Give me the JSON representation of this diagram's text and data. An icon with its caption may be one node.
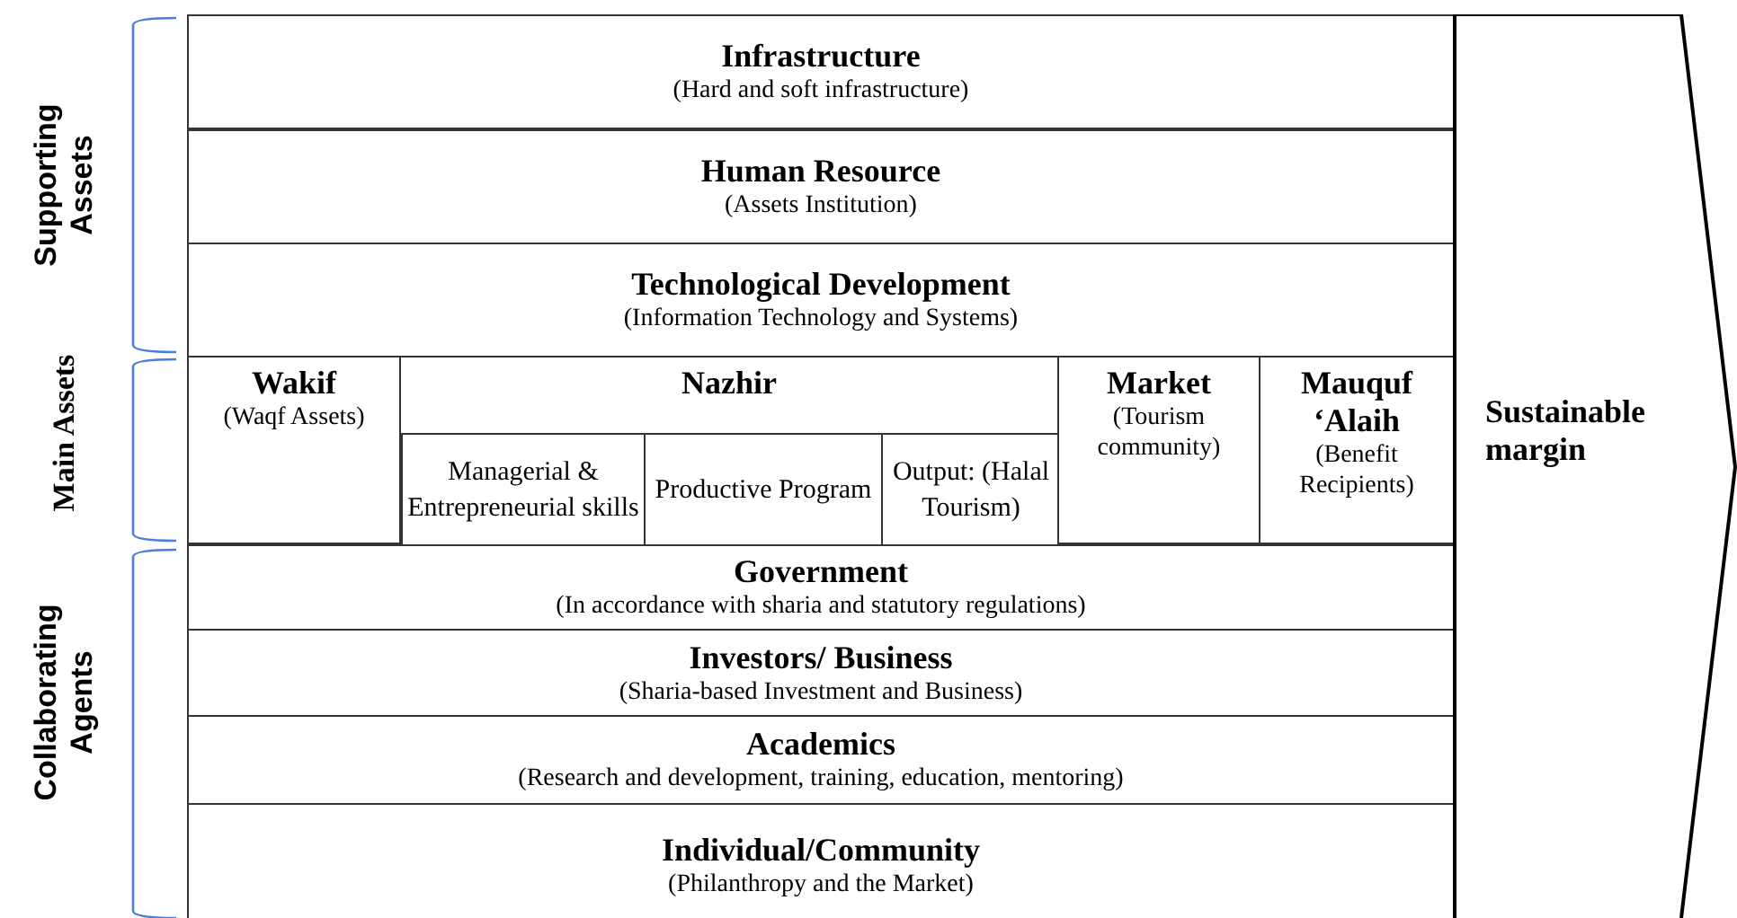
{
  "diagram": {
    "nodes": [
      {
        "text": [
          "Infrastructure",
          "(Hard and soft infrastructure)"
        ]
      },
      {
        "text": [
          "Human Resource",
          "(Assets Institution)"
        ]
      },
      {
        "text": [
          "Technological Development",
          "(Information Technology and Systems)"
        ]
      },
      {
        "text": [
          "Wakif",
          "(Waqf Assets)"
        ]
      },
      {
        "text": [
          "Nazhir"
        ]
      },
      {
        "text": [
          "Managerial & Entrepreneurial skills"
        ],
        "in": 4
      },
      {
        "text": [
          "Productive Program"
        ],
        "in": 4
      },
      {
        "text": [
          "Output: (Halal Tourism)"
        ],
        "in": 4
      },
      {
        "text": [
          "Market",
          "(Tourism community)"
        ]
      },
      {
        "text": [
          "Mauquf ‘Alaih",
          "(Benefit Recipients)"
        ]
      },
      {
        "text": [
          "Government",
          "(In accordance with sharia and statutory regulations)"
        ]
      },
      {
        "text": [
          "Investors/ Business",
          "(Sharia-based Investment and Business)"
        ]
      },
      {
        "text": [
          "Academics",
          "(Research and development, training, education, mentoring)"
        ]
      },
      {
        "text": [
          "Individual/Community",
          "(Philanthropy and the Market)"
        ]
      },
      {
        "text": [
          "Sustainable margin"
        ]
      }
    ],
    "labels": [
      "Supporting Assets",
      "Main Assets",
      "Collaborating Agents"
    ]
  }
}
